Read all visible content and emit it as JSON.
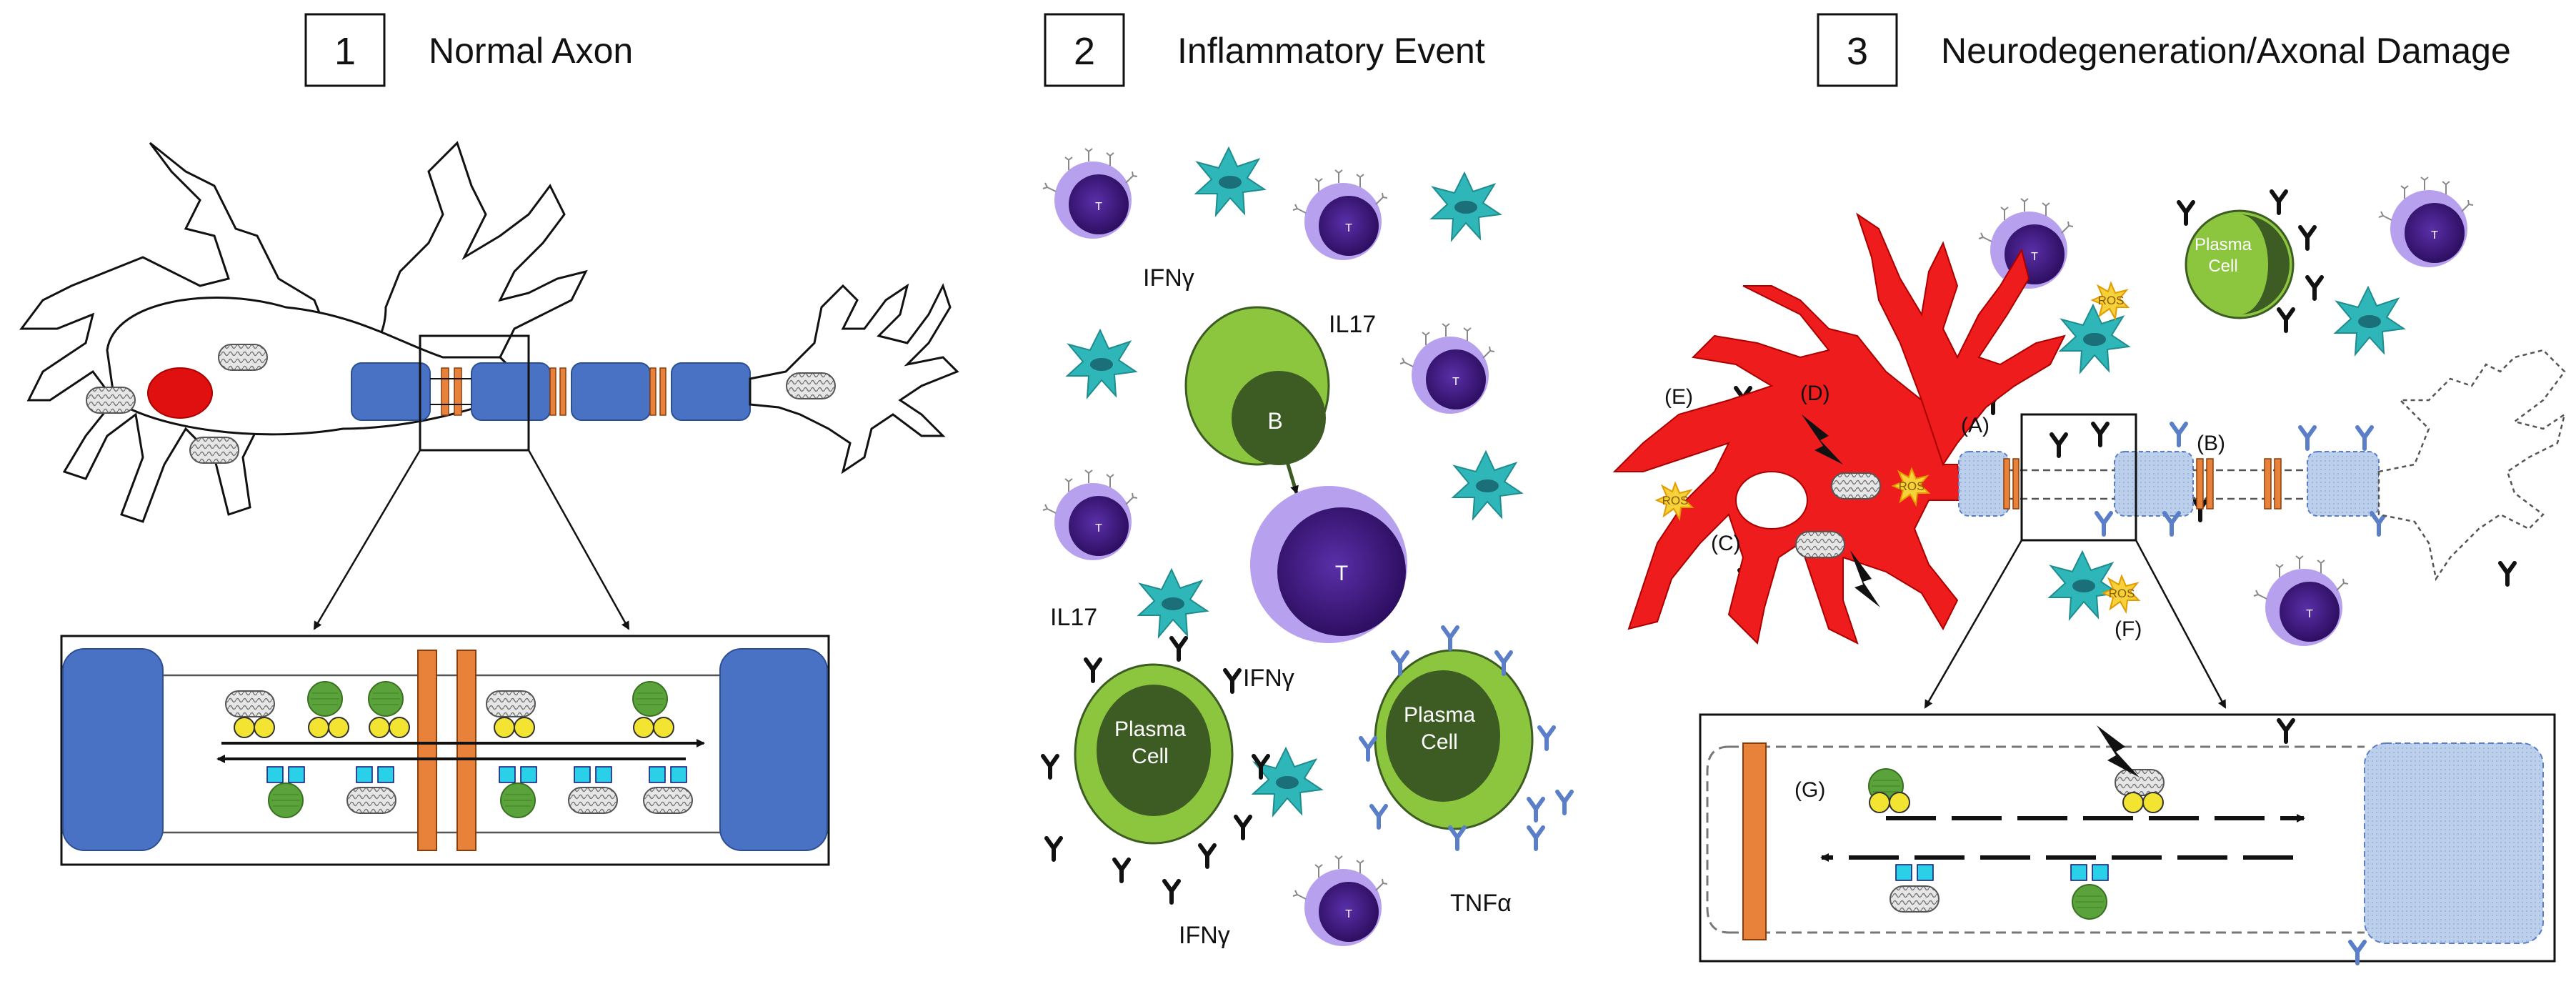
{
  "panels": [
    {
      "number": "1",
      "title": "Normal Axon"
    },
    {
      "number": "2",
      "title": "Inflammatory Event"
    },
    {
      "number": "3",
      "title": "Neurodegeneration/Axonal Damage"
    }
  ],
  "cells": {
    "t_cell": "T",
    "b_cell": "B",
    "plasma_line1": "Plasma",
    "plasma_line2": "Cell"
  },
  "cytokines": {
    "ifng_1": "IFNγ",
    "il17_1": "IL17",
    "il17_2": "IL17",
    "ifng_2": "IFNγ",
    "ifng_3": "IFNγ",
    "tnfa": "TNFα"
  },
  "panel3_labels": {
    "a": "(A)",
    "b": "(B)",
    "c": "(C)",
    "d": "(D)",
    "e": "(E)",
    "f": "(F)",
    "g": "(G)",
    "ros": "ROS"
  },
  "colors": {
    "myelin": "#4a72c4",
    "myelin_damaged": "#b9cbe8",
    "node": "#e8813a",
    "nucleus": "#e01010",
    "astrocyte_red": "#ee1c1c",
    "microglia": "#2fb6b8",
    "t_cell_outer": "#b9a1f0",
    "t_cell_inner": "#3d1a7a",
    "b_cell_outer": "#8cc63f",
    "b_cell_inner": "#3d5c23",
    "vesicle": "#f2e431",
    "cargo_green": "#5aa33a",
    "kinesin": "#2ad0e8",
    "antibody_blue": "#5a7fc8"
  }
}
